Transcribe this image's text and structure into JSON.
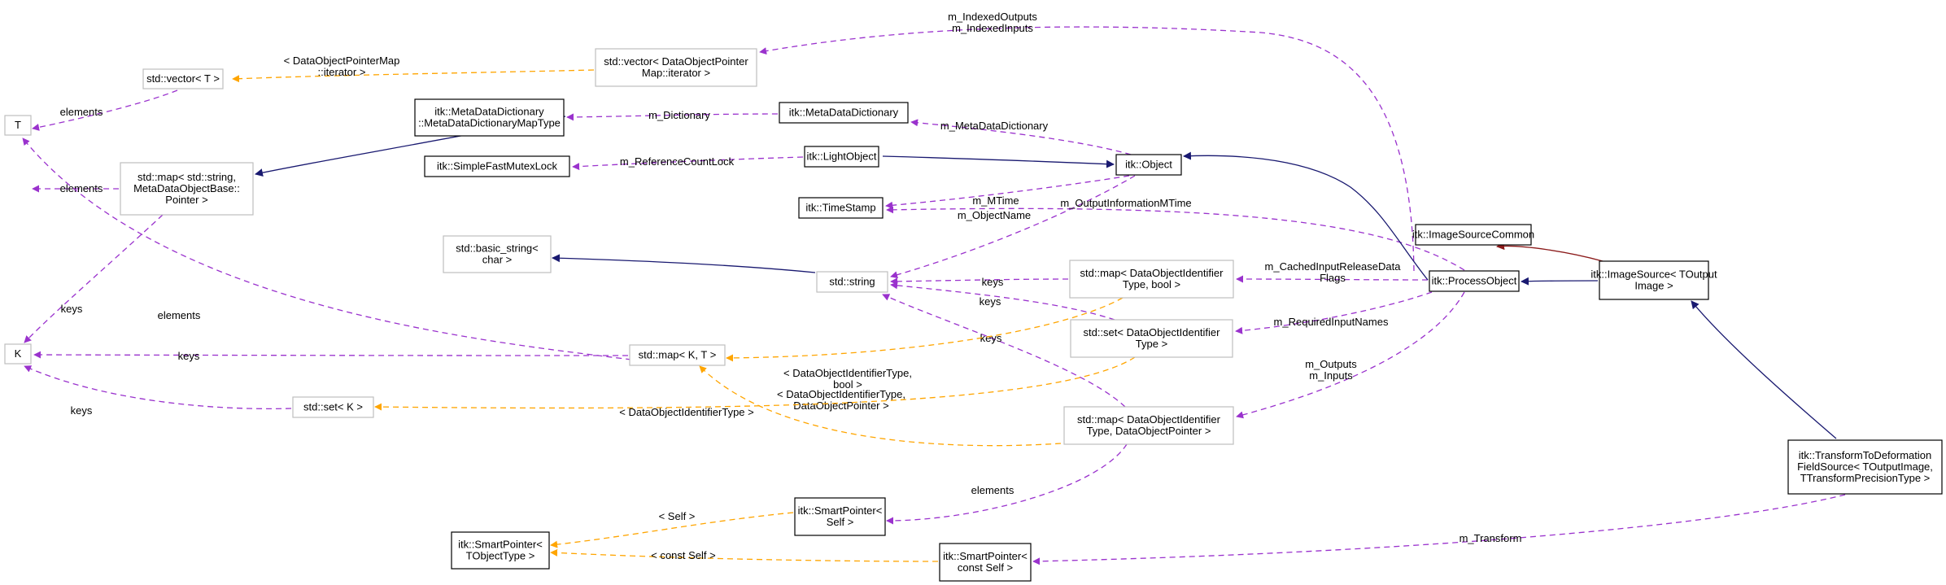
{
  "colors": {
    "usage_edge": "#9a32cd",
    "template_edge": "#ffa500",
    "inherit_edge": "#191970",
    "private_inherit_edge": "#8b1a1a",
    "node_border_strong": "#000000",
    "node_border_light": "#bfbfbf",
    "focus_fill": "#bfbfbf"
  },
  "nodes": [
    {
      "id": "vec_T",
      "lines": [
        "std::vector< T >"
      ],
      "style": "light"
    },
    {
      "id": "T",
      "lines": [
        "T"
      ],
      "style": "light"
    },
    {
      "id": "K",
      "lines": [
        "K"
      ],
      "style": "light"
    },
    {
      "id": "map_string",
      "lines": [
        "std::map< std::string,",
        "MetaDataObjectBase::",
        "Pointer >"
      ],
      "style": "light"
    },
    {
      "id": "vec_dopmap",
      "lines": [
        "std::vector< DataObjectPointer",
        "Map::iterator >"
      ],
      "style": "light"
    },
    {
      "id": "mddmaptype",
      "lines": [
        "itk::MetaDataDictionary",
        "::MetaDataDictionaryMapType"
      ],
      "style": "strong"
    },
    {
      "id": "mdd",
      "lines": [
        "itk::MetaDataDictionary"
      ],
      "style": "strong"
    },
    {
      "id": "sfml",
      "lines": [
        "itk::SimpleFastMutexLock"
      ],
      "style": "strong"
    },
    {
      "id": "lightobj",
      "lines": [
        "itk::LightObject"
      ],
      "style": "strong"
    },
    {
      "id": "object",
      "lines": [
        "itk::Object"
      ],
      "style": "strong"
    },
    {
      "id": "timestamp",
      "lines": [
        "itk::TimeStamp"
      ],
      "style": "strong"
    },
    {
      "id": "basic_string",
      "lines": [
        "std::basic_string<",
        "char >"
      ],
      "style": "light"
    },
    {
      "id": "string",
      "lines": [
        "std::string"
      ],
      "style": "light"
    },
    {
      "id": "map_bool",
      "lines": [
        "std::map< DataObjectIdentifier",
        "Type, bool >"
      ],
      "style": "light"
    },
    {
      "id": "set_doit",
      "lines": [
        "std::set< DataObjectIdentifier",
        "Type >"
      ],
      "style": "light"
    },
    {
      "id": "map_KT",
      "lines": [
        "std::map< K, T >"
      ],
      "style": "light"
    },
    {
      "id": "set_K",
      "lines": [
        "std::set< K >"
      ],
      "style": "light"
    },
    {
      "id": "map_dop",
      "lines": [
        "std::map< DataObjectIdentifier",
        "Type, DataObjectPointer >"
      ],
      "style": "light"
    },
    {
      "id": "isc",
      "lines": [
        "itk::ImageSourceCommon"
      ],
      "style": "strong"
    },
    {
      "id": "po",
      "lines": [
        "itk::ProcessObject"
      ],
      "style": "strong"
    },
    {
      "id": "imgsrc",
      "lines": [
        "itk::ImageSource< TOutput",
        "Image >"
      ],
      "style": "strong"
    },
    {
      "id": "ttdfs",
      "lines": [
        "itk::TransformToDeformation",
        "FieldSource< TOutputImage,",
        "TTransformPrecisionType >"
      ],
      "style": "focus"
    },
    {
      "id": "sp_self",
      "lines": [
        "itk::SmartPointer<",
        "Self >"
      ],
      "style": "strong"
    },
    {
      "id": "sp_obj",
      "lines": [
        "itk::SmartPointer<",
        "TObjectType >"
      ],
      "style": "strong"
    },
    {
      "id": "sp_cself",
      "lines": [
        "itk::SmartPointer<",
        "const Self >"
      ],
      "style": "strong"
    }
  ],
  "edges": [
    {
      "id": "e1",
      "kind": "template",
      "lines": [
        "< DataObjectPointerMap",
        "::iterator >"
      ]
    },
    {
      "id": "e2",
      "kind": "usage",
      "lines": [
        "elements"
      ]
    },
    {
      "id": "e3",
      "kind": "usage",
      "lines": [
        "elements"
      ]
    },
    {
      "id": "e4",
      "kind": "usage",
      "lines": [
        "keys"
      ]
    },
    {
      "id": "e5",
      "kind": "usage",
      "lines": [
        "m_Dictionary"
      ]
    },
    {
      "id": "e6",
      "kind": "usage",
      "lines": [
        "m_MetaDataDictionary"
      ]
    },
    {
      "id": "e7",
      "kind": "usage",
      "lines": [
        "m_ReferenceCountLock"
      ]
    },
    {
      "id": "e8",
      "kind": "usage",
      "lines": [
        "m_MTime"
      ]
    },
    {
      "id": "e9",
      "kind": "usage",
      "lines": [
        "m_ObjectName"
      ]
    },
    {
      "id": "e10",
      "kind": "usage",
      "lines": [
        "m_OutputInformationMTime"
      ]
    },
    {
      "id": "e11",
      "kind": "usage",
      "lines": [
        "m_IndexedOutputs",
        "m_IndexedInputs"
      ]
    },
    {
      "id": "e12",
      "kind": "usage",
      "lines": [
        "keys"
      ]
    },
    {
      "id": "e13",
      "kind": "usage",
      "lines": [
        "keys"
      ]
    },
    {
      "id": "e14",
      "kind": "usage",
      "lines": [
        "keys"
      ]
    },
    {
      "id": "e15",
      "kind": "usage",
      "lines": [
        "m_CachedInputReleaseData",
        "Flags"
      ]
    },
    {
      "id": "e16",
      "kind": "usage",
      "lines": [
        "m_RequiredInputNames"
      ]
    },
    {
      "id": "e17",
      "kind": "usage",
      "lines": [
        "m_Outputs",
        "m_Inputs"
      ]
    },
    {
      "id": "e18",
      "kind": "usage",
      "lines": [
        "elements"
      ]
    },
    {
      "id": "e19",
      "kind": "usage",
      "lines": [
        "keys"
      ]
    },
    {
      "id": "e20",
      "kind": "usage",
      "lines": [
        "keys"
      ]
    },
    {
      "id": "e21",
      "kind": "template",
      "lines": [
        "< DataObjectIdentifierType,",
        "bool >"
      ]
    },
    {
      "id": "e22",
      "kind": "template",
      "lines": [
        "< DataObjectIdentifierType,",
        "DataObjectPointer >"
      ]
    },
    {
      "id": "e23",
      "kind": "template",
      "lines": [
        "< DataObjectIdentifierType >"
      ]
    },
    {
      "id": "e24",
      "kind": "usage",
      "lines": [
        "elements"
      ]
    },
    {
      "id": "e25",
      "kind": "template",
      "lines": [
        "< Self >"
      ]
    },
    {
      "id": "e26",
      "kind": "template",
      "lines": [
        "< const Self >"
      ]
    },
    {
      "id": "e27",
      "kind": "usage",
      "lines": [
        "m_Transform"
      ]
    },
    {
      "id": "e28",
      "kind": "inherit",
      "lines": []
    },
    {
      "id": "e29",
      "kind": "inherit",
      "lines": []
    },
    {
      "id": "e30",
      "kind": "inherit",
      "lines": []
    },
    {
      "id": "e31",
      "kind": "inherit",
      "lines": []
    },
    {
      "id": "e32",
      "kind": "inherit",
      "lines": []
    },
    {
      "id": "e33",
      "kind": "private_inherit",
      "lines": []
    },
    {
      "id": "e34",
      "kind": "inherit",
      "lines": []
    }
  ]
}
